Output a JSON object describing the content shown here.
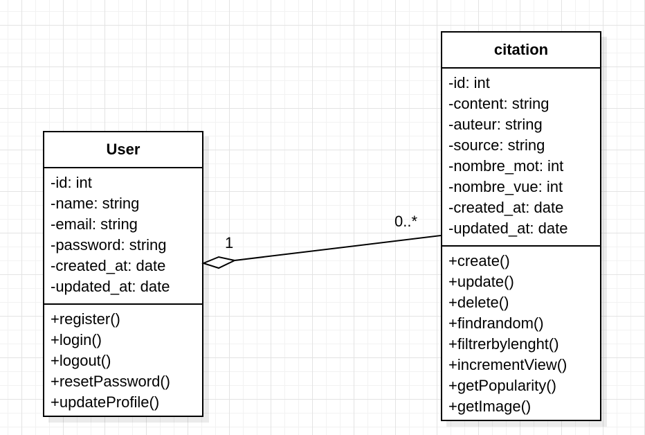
{
  "user_class": {
    "name": "User",
    "attributes": [
      "-id: int",
      "-name: string",
      "-email: string",
      "-password: string",
      "-created_at: date",
      "-updated_at: date"
    ],
    "methods": [
      "+register()",
      "+login()",
      "+logout()",
      "+resetPassword()",
      "+updateProfile()"
    ]
  },
  "citation_class": {
    "name": "citation",
    "attributes": [
      "-id: int",
      "-content: string",
      "-auteur: string",
      "-source: string",
      "-nombre_mot: int",
      "-nombre_vue: int",
      "-created_at: date",
      "-updated_at: date"
    ],
    "methods": [
      "+create()",
      "+update()",
      "+delete()",
      "+findrandom()",
      "+filtrerbylenght()",
      "+incrementView()",
      "+getPopularity()",
      "+getImage()"
    ]
  },
  "association": {
    "type": "aggregation",
    "user_multiplicity": "1",
    "citation_multiplicity": "0..*"
  }
}
